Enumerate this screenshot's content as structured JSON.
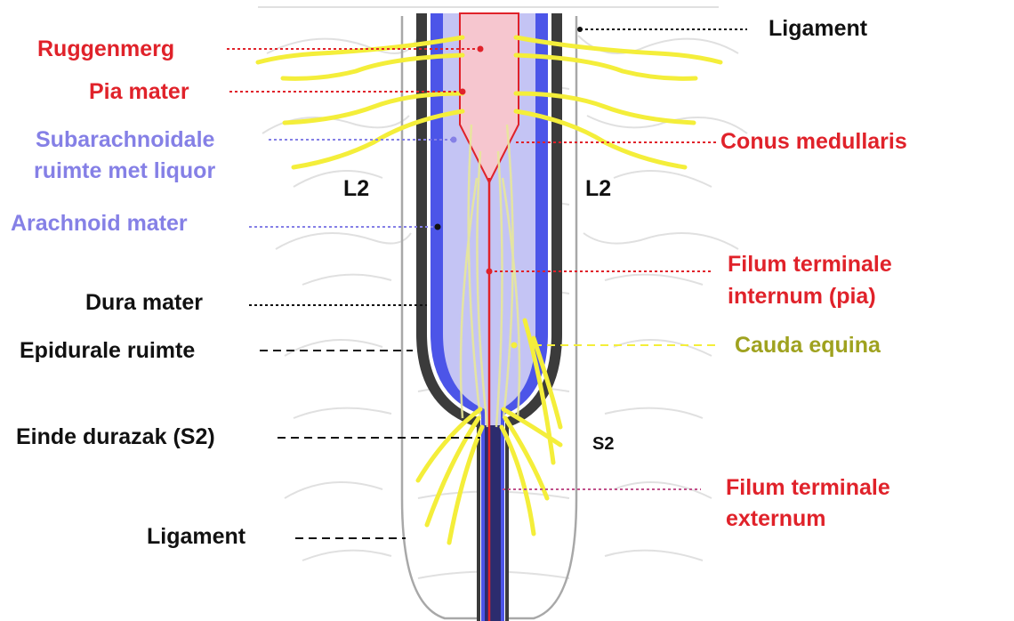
{
  "colors": {
    "red": "#e0222a",
    "purple": "#8580e6",
    "black": "#111111",
    "olive": "#9fa21f",
    "yellow": "#f4ee3a",
    "dura": "#3b3b3b",
    "arachnoid": "#4c55e8",
    "csf": "#c4c4f4",
    "cord": "#f6c6cf",
    "bone": "#bcbcbc"
  },
  "labels": {
    "ruggenmerg": "Ruggenmerg",
    "pia_mater": "Pia mater",
    "subarachnoidale_1": "Subarachnoidale",
    "subarachnoidale_2": "ruimte met liquor",
    "arachnoid_mater": "Arachnoid mater",
    "dura_mater": "Dura mater",
    "epidurale_ruimte": "Epidurale ruimte",
    "einde_durazak": "Einde durazak (S2)",
    "ligament_bottom": "Ligament",
    "ligament_top": "Ligament",
    "conus_medullaris": "Conus medullaris",
    "filum_internum_1": "Filum terminale",
    "filum_internum_2": "internum (pia)",
    "cauda_equina": "Cauda equina",
    "filum_externum_1": "Filum terminale",
    "filum_externum_2": "externum",
    "l2_left": "L2",
    "l2_right": "L2",
    "s2": "S2"
  }
}
